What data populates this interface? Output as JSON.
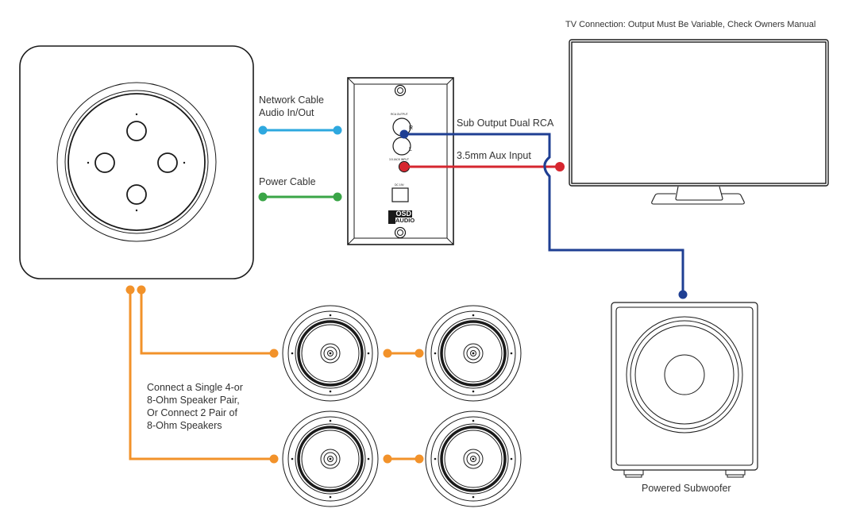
{
  "title_note": "TV Connection: Output Must Be Variable, Check Owners Manual",
  "colors": {
    "network_cable": "#2ea8df",
    "power_cable": "#3aa547",
    "sub_output": "#1f3f93",
    "aux_input": "#d6262f",
    "speaker_wire": "#f2922a",
    "outline": "#1a1a1a"
  },
  "devices": {
    "amplifier": {
      "name": "Smart speaker amplifier",
      "icon": "smart-speaker-icon"
    },
    "wall_plate": {
      "name": "Wall plate",
      "rca_label": "RCA OUTPUT",
      "right_label": "R",
      "left_label": "L",
      "jack_label": "3.5 JACK INPUT",
      "dc_label": "DC 19V",
      "logo_top": "OSD",
      "logo_bottom": "AUDIO"
    },
    "tv": {
      "name": "TV",
      "icon": "tv-icon"
    },
    "subwoofer": {
      "label": "Powered Subwoofer",
      "icon": "subwoofer-icon"
    },
    "speakers": {
      "count": 4,
      "icon": "ceiling-speaker-icon"
    }
  },
  "cables": {
    "network": {
      "label_line1": "Network Cable",
      "label_line2": "Audio In/Out"
    },
    "power": {
      "label": "Power Cable"
    },
    "sub_output": {
      "label": "Sub Output Dual RCA"
    },
    "aux_input": {
      "label": "3.5mm Aux Input"
    },
    "speaker_wire": {
      "label": "Connect a Single 4-or\n8-Ohm Speaker Pair,\nOr Connect 2 Pair of\n8-Ohm Speakers"
    }
  }
}
